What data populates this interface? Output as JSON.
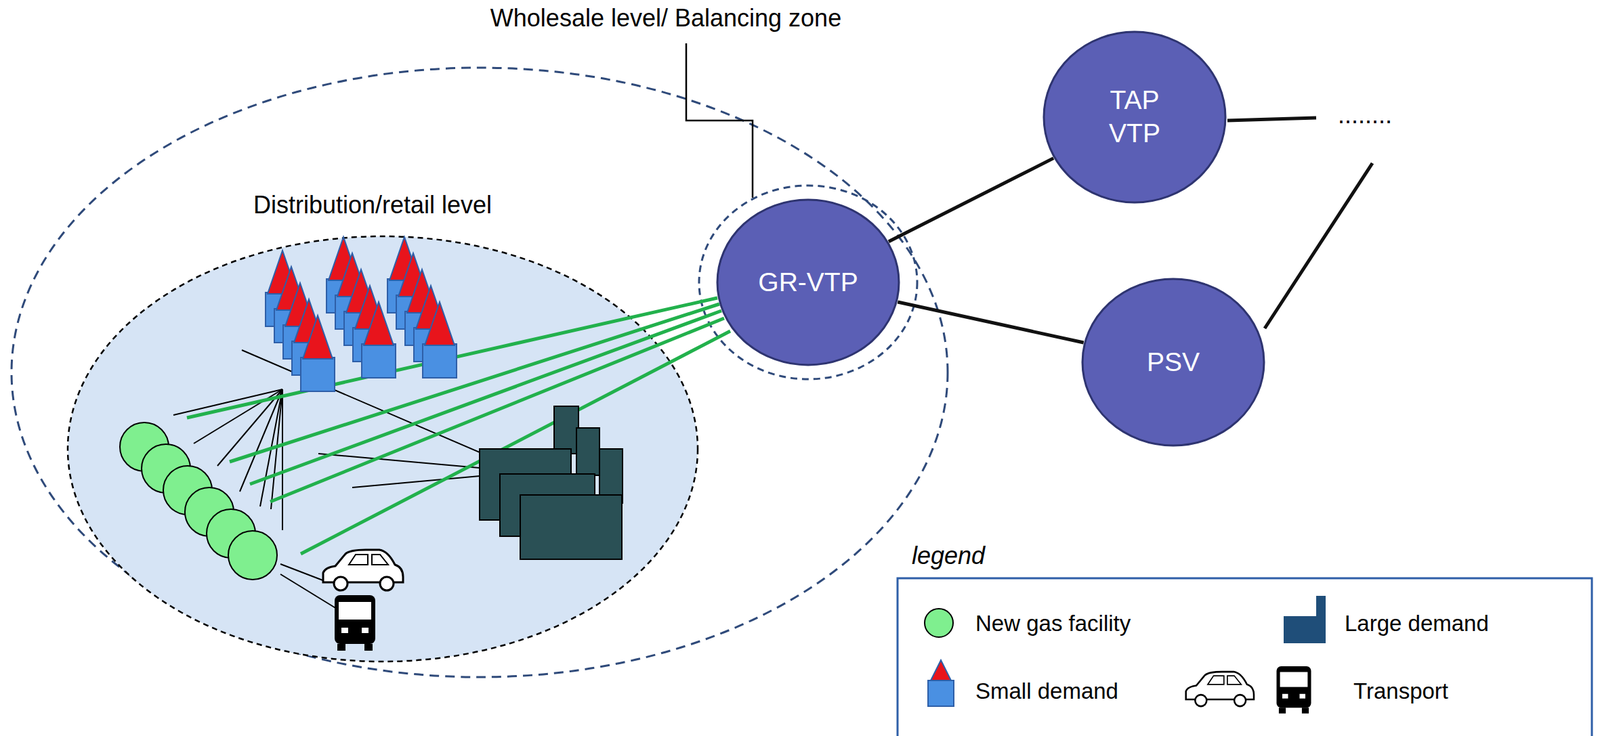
{
  "diagram": {
    "nodes": [
      {
        "text": [
          "Wholesale level/ Balancing zone"
        ]
      },
      {
        "text": [
          "Distribution/retail level"
        ],
        "in": 0
      },
      {
        "text": [
          "GR-VTP"
        ],
        "in": 0
      },
      {
        "text": [
          "TAP VTP"
        ]
      },
      {
        "text": [
          "PSV"
        ]
      }
    ],
    "edges": [
      {
        "from": 2,
        "to": 3,
        "arrow": "none"
      },
      {
        "from": 2,
        "to": 4,
        "arrow": "none"
      }
    ],
    "labels": [
      "........",
      "legend"
    ],
    "legend": [
      {
        "text": "New gas facility"
      },
      {
        "text": "Small demand"
      },
      {
        "text": "Large demand"
      },
      {
        "text": "Transport"
      }
    ]
  }
}
